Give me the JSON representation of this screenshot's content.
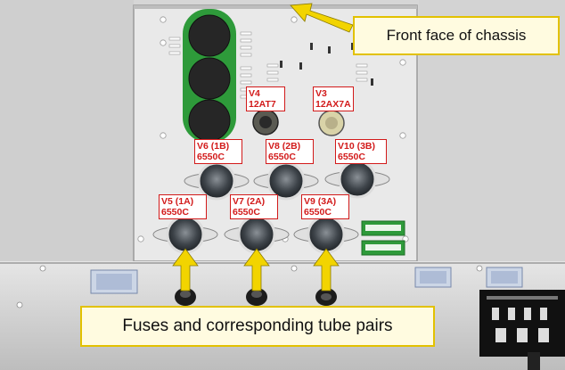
{
  "callouts": {
    "front_face": "Front face of chassis",
    "fuses": "Fuses and corresponding tube pairs"
  },
  "tubes": [
    {
      "id": "V4",
      "name": "V4",
      "type": "12AT7"
    },
    {
      "id": "V3",
      "name": "V3",
      "type": "12AX7A"
    },
    {
      "id": "V6",
      "name": "V6 (1B)",
      "type": "6550C"
    },
    {
      "id": "V8",
      "name": "V8 (2B)",
      "type": "6550C"
    },
    {
      "id": "V10",
      "name": "V10 (3B)",
      "type": "6550C"
    },
    {
      "id": "V5",
      "name": "V5 (1A)",
      "type": "6550C"
    },
    {
      "id": "V7",
      "name": "V7 (2A)",
      "type": "6550C"
    },
    {
      "id": "V9",
      "name": "V9 (3A)",
      "type": "6550C"
    }
  ],
  "colors": {
    "label_red": "#d21a1a",
    "arrow_yellow": "#f2d400",
    "capacitor_green": "#2e9a3a",
    "callout_border": "#e2c100"
  }
}
